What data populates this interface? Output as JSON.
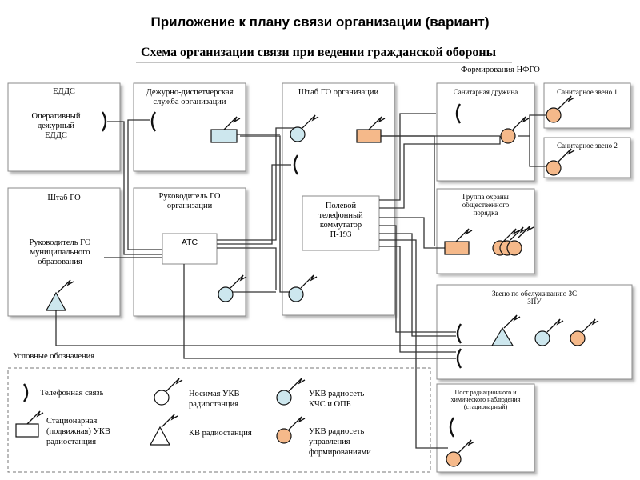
{
  "title": "Приложение к плану связи организации (вариант)",
  "subtitle": "Схема организации связи при ведении гражданской обороны",
  "header_right": "Формирования НФГО",
  "blocks": {
    "edds": {
      "title": "ЕДДС",
      "text": [
        "Оперативный",
        "дежурный",
        "ЕДДС"
      ]
    },
    "dds": {
      "title": [
        "Дежурно-диспетчерская",
        "служба организации"
      ]
    },
    "shtab_go": {
      "title": "Штаб ГО",
      "text": [
        "Руководитель ГО",
        "муниципального",
        "образования"
      ]
    },
    "rukovoditel": {
      "title": [
        "Руководитель ГО",
        "организации"
      ]
    },
    "ats": {
      "title": "АТС"
    },
    "shtab_org": {
      "title": "Штаб ГО организации"
    },
    "kommutator": {
      "text": [
        "Полевой",
        "телефонный",
        "коммутатор",
        "П-193"
      ]
    },
    "san_druzhina": {
      "title": "Санитарная дружина"
    },
    "san_zveno1": {
      "title": "Санитарное звено 1"
    },
    "san_zveno2": {
      "title": "Санитарное звено 2"
    },
    "ohrana": {
      "title": [
        "Группа охраны",
        "общественного",
        "порядка"
      ]
    },
    "zveno_zs": {
      "title": [
        "Звено по обслуживанию ЗС",
        "ЗПУ"
      ]
    },
    "post": {
      "title": [
        "Пост радиационного и",
        "химического наблюдения",
        "(стационарный)"
      ]
    }
  },
  "legend": {
    "title": "Условные обозначения",
    "items": {
      "phone": "Телефонная связь",
      "stationary": [
        "Стационарная",
        "(подвижная) УКВ",
        "радиостанция"
      ],
      "portable": [
        "Носимая УКВ",
        "радиостанция"
      ],
      "kv": "КВ радиостанция",
      "kchs": [
        "УКВ радиосеть",
        "КЧС и ОПБ"
      ],
      "upr": [
        "УКВ радиосеть",
        "управления",
        "формированиями"
      ]
    }
  },
  "colors": {
    "blue": "#cde7ee",
    "orange": "#f5b98a",
    "stroke": "#1a1a1a",
    "line": "#333333"
  }
}
